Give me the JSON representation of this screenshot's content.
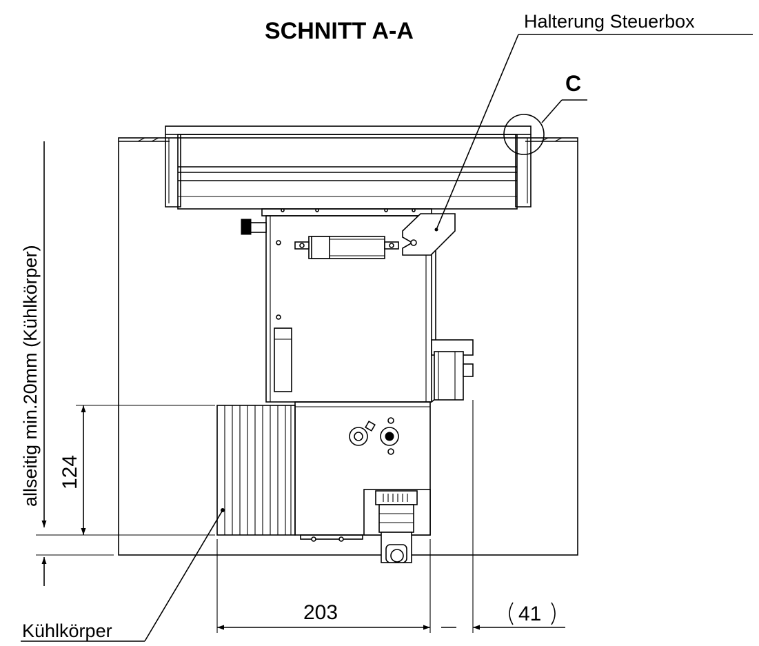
{
  "title": "SCHNITT A-A",
  "labels": {
    "bracket": "Halterung Steuerbox",
    "detail": "C",
    "heatsink": "Kühlkörper",
    "clearance": "allseitig min.20mm (Kühlkörper)"
  },
  "dimensions": {
    "height": "124",
    "width": "203",
    "offset": "41"
  }
}
